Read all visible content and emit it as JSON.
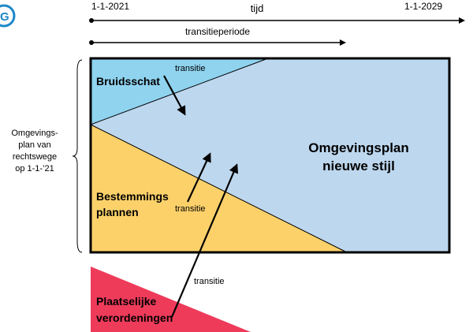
{
  "logo": {
    "letter": "G"
  },
  "timeline": {
    "start_date": "1-1-2021",
    "end_date": "1-1-2029",
    "axis_label": "tijd",
    "transition_label": "transitieperiode"
  },
  "side_label": {
    "lines": [
      "Omgevings-",
      "plan van",
      "rechtswege",
      "op 1-1-’21"
    ]
  },
  "regions": {
    "bruidsschat": {
      "label": "Bruidsschat",
      "color": "#8fd3ef"
    },
    "bestemmingsplannen": {
      "lines": [
        "Bestemmings",
        "plannen"
      ],
      "color": "#fdd16a"
    },
    "omgevingsplan": {
      "lines": [
        "Omgevingsplan",
        "nieuwe stijl"
      ],
      "color": "#bdd7ee"
    },
    "plaatselijke": {
      "lines": [
        "Plaatselijke",
        "verordeningen"
      ],
      "color": "#ee3b5a"
    }
  },
  "transitions": {
    "top": "transitie",
    "middle": "transitie",
    "bottom": "transitie"
  },
  "colors": {
    "logo_blue": "#1e88c8",
    "outline": "#000000"
  }
}
